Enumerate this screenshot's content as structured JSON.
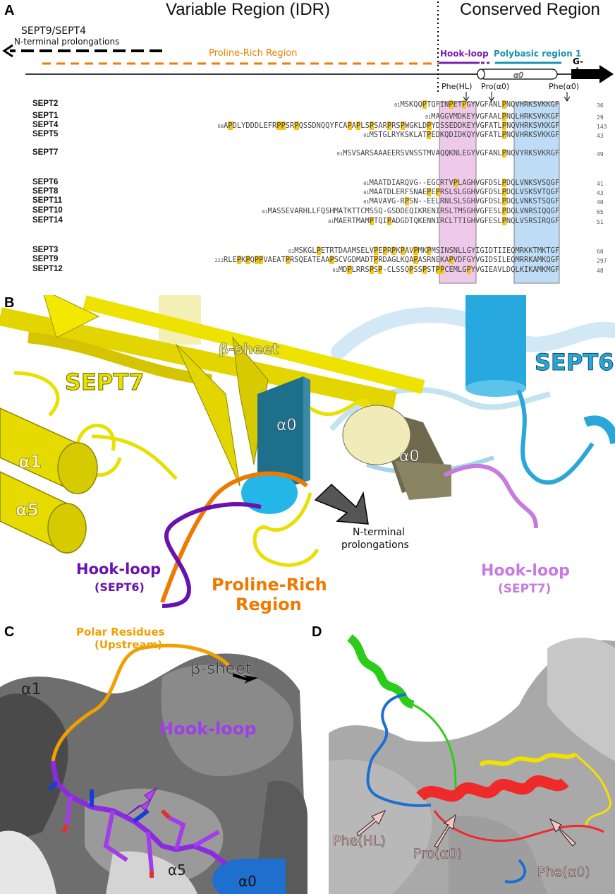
{
  "panel_a": {
    "label": "A",
    "variable_title": "Variable Region (IDR)",
    "conserved_title": "Conserved Region",
    "nterm_label_1": "SEPT9/SEPT4",
    "nterm_label_2": "N-terminal prolongations",
    "proline_rich": "Proline-Rich Region",
    "hook_loop": "Hook-loop",
    "polybasic": "Polybasic region 1",
    "alpha0": "α0",
    "gdomain": "G-domain",
    "markers": {
      "phe_hl": "Phe(HL)",
      "pro_a0": "Pro(α0)",
      "phe_a0": "Phe(α0)"
    },
    "sequences": [
      {
        "name": "SEPT2",
        "prefix": "01",
        "seq": "MSKQQPTQFINPETPGYVGFANLPNQVHRKSVKKGF",
        "end": "36"
      },
      {
        "name": "SEPT1",
        "prefix": "01",
        "seq": "MAGGVMDKEYVGFAALPNQLHRKSVKKGF",
        "end": "29"
      },
      {
        "name": "SEPT4",
        "prefix": "68",
        "seq": "APDLYDDDLEFRPPSRPQSSDNQQYFCAPAPLSPSARPRSPWGKLDPYDSSEDDKEYVGFATLPNQVHRKSVKKGF",
        "end": "143"
      },
      {
        "name": "SEPT5",
        "prefix": "01",
        "seq": "MSTGLRYKSKLATPEDKQDIDKQYVGFATLPNQVHRKSVKKGF",
        "end": "43"
      },
      {
        "name": "SEPT7",
        "prefix": "01",
        "seq": "MSVSARSAAAEERSVNSSTMVAQQKNLEGYVGFANLPNQVYRKSVKRGF",
        "end": "49"
      },
      {
        "name": "SEPT6",
        "prefix": "01",
        "seq": "MAATDIARQVG--EGCRTVPLAGHVGFDSLPDQLVNKSVSQGF",
        "end": "41"
      },
      {
        "name": "SEPT8",
        "prefix": "01",
        "seq": "MAATDLERFSNAEPEPRSLSLGGHVGFDSLPDQLVSKSVTQGF",
        "end": "43"
      },
      {
        "name": "SEPT11",
        "prefix": "01",
        "seq": "MAVAVG-RPSN--EELRNLSLSGHVGFDSLPDQLVNKSTSQGF",
        "end": "40"
      },
      {
        "name": "SEPT10",
        "prefix": "01",
        "seq": "MASSEVARHLLFQSHMATKTTCMSSQ-GSDDEQIKRENIRSLTMSGHVGFESLPDQLVNRSIQQGF",
        "end": "65"
      },
      {
        "name": "SEPT14",
        "prefix": "01",
        "seq": "MAERTMAMPTQIPADGDTQKENNIRCLTTIGHVGFESLPNQLVSRSIRQGF",
        "end": "51"
      },
      {
        "name": "SEPT3",
        "prefix": "01",
        "seq": "MSKGLPETRTDAAMSELVPEPRPKPAVPMKPMSINSNLLGYIGIDTIIEQMRKKTMKTGF",
        "end": "60"
      },
      {
        "name": "SEPT9",
        "prefix": "222",
        "seq": "RLEPKPQPPVAEATPRSQEATEAAPSCVGDMADTPRDAGLKQAPASRNEKAPVDFGYVGIDSILEQMRRKAMKQGF",
        "end": "297"
      },
      {
        "name": "SEPT12",
        "prefix": "01",
        "seq": "MDPLRRSPSP-CLSSQPSSPSTPPCEMLGPYVGIEAVLDQLKIKAMKMGF",
        "end": "48"
      }
    ]
  },
  "panel_b": {
    "label": "B",
    "sept7": "SEPT7",
    "sept6": "SEPT6",
    "beta_sheet": "β-sheet",
    "alpha0_left": "α0",
    "alpha0_right": "α0",
    "alpha1": "α1",
    "alpha5": "α5",
    "nterm_1": "N-terminal",
    "nterm_2": "prolongations",
    "hook_sept6_1": "Hook-loop",
    "hook_sept6_2": "(SEPT6)",
    "proline_1": "Proline-Rich",
    "proline_2": "Region",
    "hook_sept7_1": "Hook-loop",
    "hook_sept7_2": "(SEPT7)"
  },
  "panel_c": {
    "label": "C",
    "polar_1": "Polar Residues",
    "polar_2": "(Upstream)",
    "alpha1": "α1",
    "beta_sheet": "β-sheet",
    "hook_loop": "Hook-loop",
    "alpha5": "α5",
    "alpha0": "α0"
  },
  "panel_d": {
    "label": "D",
    "phe_hl": "Phe(HL)",
    "pro_a0": "Pro(α0)",
    "phe_a0": "Phe(α0)"
  },
  "colors": {
    "orange": "#f07d00",
    "purple": "#7b1fb0",
    "teal": "#1a93b0",
    "pink_box": "#eab8e2",
    "blue_box": "#a9d1f2",
    "yellow_hl": "#f5c518",
    "sept7_yellow": "#e8e000",
    "sept6_blue": "#2aa7d8",
    "hook7": "#c77be0"
  }
}
